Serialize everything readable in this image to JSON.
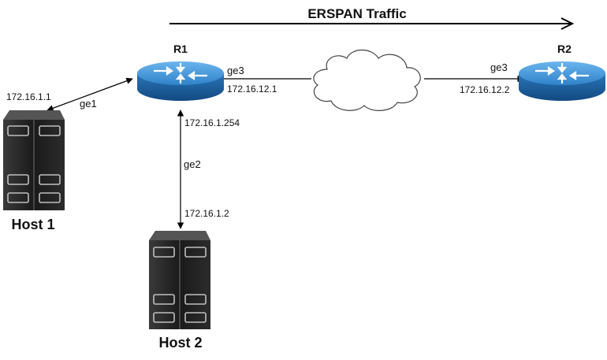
{
  "title": "ERSPAN Traffic",
  "routers": {
    "r1": {
      "name": "R1"
    },
    "r2": {
      "name": "R2"
    }
  },
  "hosts": {
    "host1": {
      "name": "Host 1"
    },
    "host2": {
      "name": "Host 2"
    }
  },
  "links": {
    "r1_host1": {
      "interface": "ge1",
      "host_ip": "172.16.1.1"
    },
    "r1_host2": {
      "interface": "ge2",
      "router_ip": "172.16.1.254",
      "host_ip": "172.16.1.2"
    },
    "r1_cloud": {
      "interface": "ge3",
      "router_ip": "172.16.12.1"
    },
    "cloud_r2": {
      "interface": "ge3",
      "router_ip": "172.16.12.2"
    }
  },
  "colors": {
    "router_top": "#3b8fd6",
    "router_side": "#1f5f9e",
    "server_body": "#1e1e1e",
    "line": "#000000"
  },
  "icons": {
    "router": "router-icon",
    "server": "server-icon",
    "cloud": "cloud-icon"
  }
}
